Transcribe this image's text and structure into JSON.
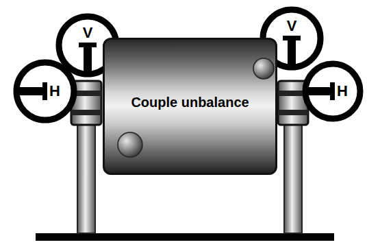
{
  "diagram": {
    "nodes": [
      {
        "text": [
          "V"
        ]
      },
      {
        "text": [
          "V"
        ]
      },
      {
        "text": [
          "H"
        ]
      },
      {
        "text": [
          "Couple unbalance"
        ]
      },
      {
        "text": [
          "H"
        ]
      }
    ]
  }
}
